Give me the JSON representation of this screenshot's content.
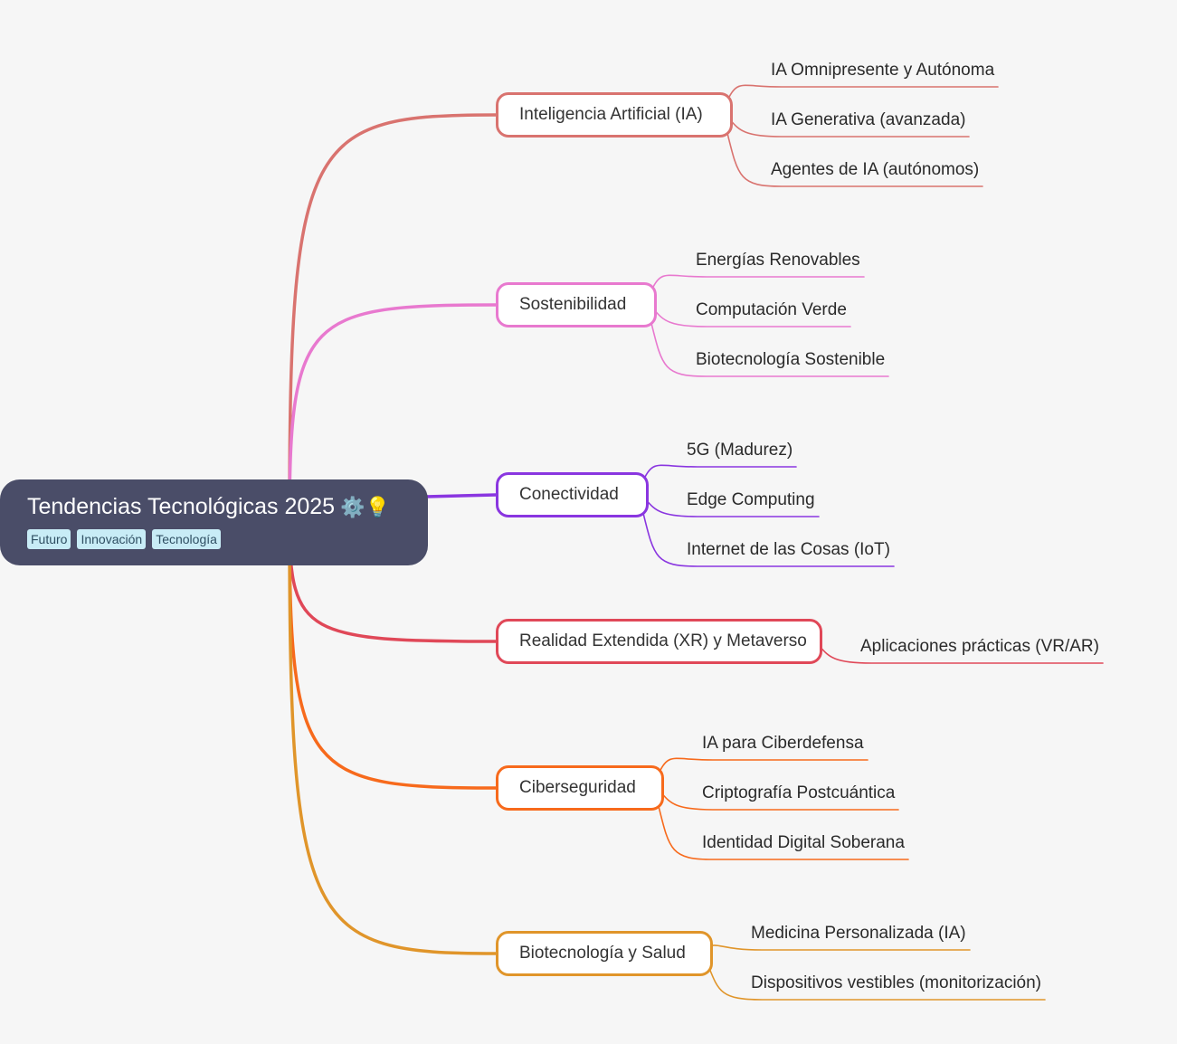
{
  "root": {
    "title": "Tendencias Tecnológicas 2025",
    "emoji": "⚙️💡",
    "tags": [
      "Futuro",
      "Innovación",
      "Tecnología"
    ]
  },
  "branches": [
    {
      "label": "Inteligencia Artificial (IA)",
      "color": "#d9736f",
      "children": [
        "IA Omnipresente y Autónoma",
        "IA Generativa (avanzada)",
        "Agentes de IA (autónomos)"
      ]
    },
    {
      "label": "Sostenibilidad",
      "color": "#e879cf",
      "children": [
        "Energías Renovables",
        "Computación Verde",
        "Biotecnología Sostenible"
      ]
    },
    {
      "label": "Conectividad",
      "color": "#8a36e0",
      "children": [
        "5G (Madurez)",
        "Edge Computing",
        "Internet de las Cosas (IoT)"
      ]
    },
    {
      "label": "Realidad Extendida (XR) y Metaverso",
      "color": "#e04858",
      "children": [
        "Aplicaciones prácticas (VR/AR)"
      ]
    },
    {
      "label": "Ciberseguridad",
      "color": "#f76a1c",
      "children": [
        "IA para Ciberdefensa",
        "Criptografía Postcuántica",
        "Identidad Digital Soberana"
      ]
    },
    {
      "label": "Biotecnología y Salud",
      "color": "#e0952a",
      "children": [
        "Medicina Personalizada (IA)",
        "Dispositivos vestibles (monitorización)"
      ]
    }
  ]
}
